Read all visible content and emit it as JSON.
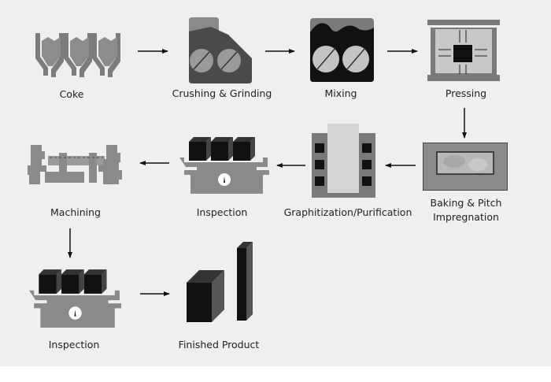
{
  "steps": {
    "coke": "Coke",
    "crushing": "Crushing & Grinding",
    "mixing": "Mixing",
    "pressing": "Pressing",
    "baking_line1": "Baking & Pitch",
    "baking_line2": "Impregnation",
    "graphitization": "Graphitization/Purification",
    "inspection1": "Inspection",
    "machining": "Machining",
    "inspection2": "Inspection",
    "finished": "Finished Product"
  },
  "colors": {
    "background": "#efefef",
    "gray": "#7c7c7c",
    "light_gray": "#c4c4c4",
    "dark": "#111111"
  }
}
